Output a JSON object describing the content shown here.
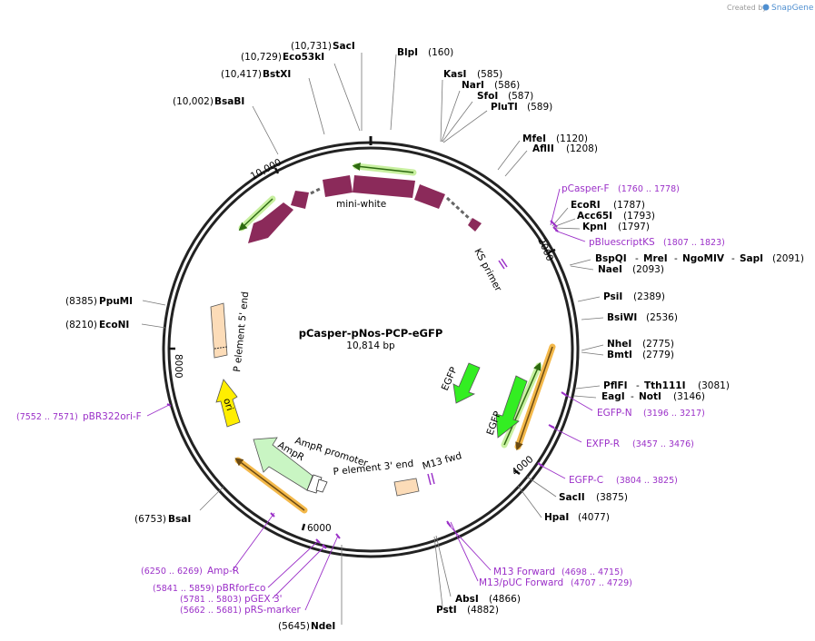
{
  "brand": {
    "created_by": "Created by",
    "name": "SnapGene"
  },
  "plasmid": {
    "name": "pCasper-pNos-PCP-eGFP",
    "size": "10,814 bp"
  },
  "ticks": [
    "10,000",
    "2000",
    "4000",
    "6000",
    "8000"
  ],
  "features": [
    "mini-white",
    "KS primer",
    "EGFP",
    "EGFP",
    "M13 fwd",
    "P element 3' end",
    "AmpR promoter",
    "AmpR",
    "ori",
    "P element 5' end"
  ],
  "enzymes": [
    {
      "pos": "(10,731)",
      "name": "SacI"
    },
    {
      "pos": "(10,729)",
      "name": "Eco53kI"
    },
    {
      "pos": "(10,417)",
      "name": "BstXI"
    },
    {
      "pos": "(10,002)",
      "name": "BsaBI"
    },
    {
      "name": "BlpI",
      "pos": "(160)"
    },
    {
      "name": "KasI",
      "pos": "(585)"
    },
    {
      "name": "NarI",
      "pos": "(586)"
    },
    {
      "name": "SfoI",
      "pos": "(587)"
    },
    {
      "name": "PluTI",
      "pos": "(589)"
    },
    {
      "name": "MfeI",
      "pos": "(1120)"
    },
    {
      "name": "AflII",
      "pos": "(1208)"
    },
    {
      "name": "EcoRI",
      "pos": "(1787)"
    },
    {
      "name": "Acc65I",
      "pos": "(1793)"
    },
    {
      "name": "KpnI",
      "pos": "(1797)"
    },
    {
      "name": "BspQI",
      "sep1": "-",
      "name2": "MreI",
      "sep2": "-",
      "name3": "NgoMIV",
      "sep3": "-",
      "name4": "SapI",
      "pos": "(2091)"
    },
    {
      "name": "NaeI",
      "pos": "(2093)"
    },
    {
      "name": "PsiI",
      "pos": "(2389)"
    },
    {
      "name": "BsiWI",
      "pos": "(2536)"
    },
    {
      "name": "NheI",
      "pos": "(2775)"
    },
    {
      "name": "BmtI",
      "pos": "(2779)"
    },
    {
      "name": "PflFI",
      "sep1": "-",
      "name2": "Tth111I",
      "pos": "(3081)"
    },
    {
      "name": "EagI",
      "sep1": "-",
      "name2": "NotI",
      "pos": "(3146)"
    },
    {
      "name": "SacII",
      "pos": "(3875)"
    },
    {
      "name": "HpaI",
      "pos": "(4077)"
    },
    {
      "name": "AbsI",
      "pos": "(4866)"
    },
    {
      "name": "PstI",
      "pos": "(4882)"
    },
    {
      "pos": "(5645)",
      "name": "NdeI"
    },
    {
      "pos": "(6753)",
      "name": "BsaI"
    },
    {
      "pos": "(8210)",
      "name": "EcoNI"
    },
    {
      "pos": "(8385)",
      "name": "PpuMI"
    }
  ],
  "primers": [
    {
      "name": "pCasper-F",
      "range": "(1760 .. 1778)"
    },
    {
      "name": "pBluescriptKS",
      "range": "(1807 .. 1823)"
    },
    {
      "name": "EGFP-N",
      "range": "(3196 .. 3217)"
    },
    {
      "name": "EXFP-R",
      "range": "(3457 .. 3476)"
    },
    {
      "name": "EGFP-C",
      "range": "(3804 .. 3825)"
    },
    {
      "name": "M13 Forward",
      "range": "(4698 .. 4715)"
    },
    {
      "name": "M13/pUC Forward",
      "range": "(4707 .. 4729)"
    },
    {
      "range": "(6250 .. 6269)",
      "name": "Amp-R"
    },
    {
      "range": "(5841 .. 5859)",
      "name": "pBRforEco"
    },
    {
      "range": "(5781 .. 5803)",
      "name": "pGEX 3'"
    },
    {
      "range": "(5662 .. 5681)",
      "name": "pRS-marker"
    },
    {
      "range": "(7552 .. 7571)",
      "name": "pBR322ori-F"
    }
  ],
  "colors": {
    "mini_white": "#8b2a5a",
    "egfp": "#33ee22",
    "ampr": "#c9f5c3",
    "ori": "#ffee00",
    "p_element": "#fcdcb8",
    "primer": "#9b30c8",
    "orf_orange": "#f3b84a",
    "orf_green": "#c8f0a0"
  }
}
